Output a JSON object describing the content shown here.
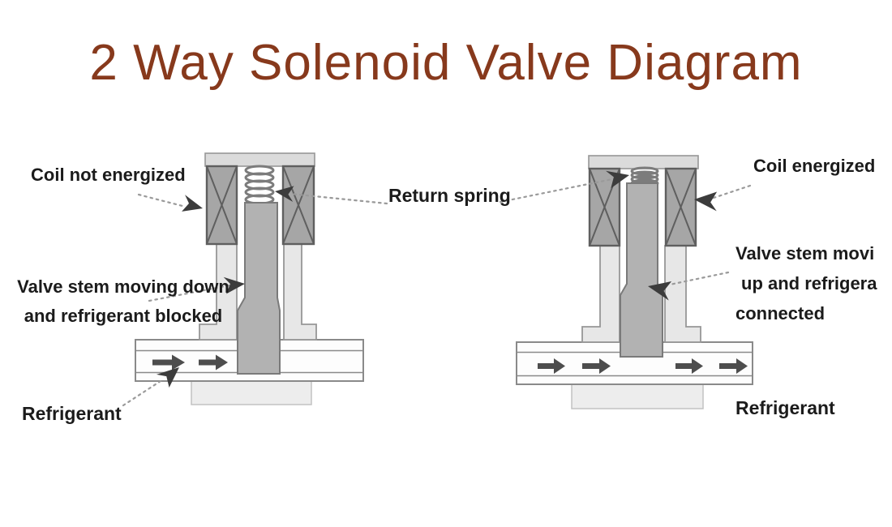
{
  "title": "2 Way Solenoid Valve Diagram",
  "colors": {
    "background": "#ffffff",
    "title_color": "#87391c",
    "label_color": "#1b1b1b",
    "cap_fill": "#dbdbdb",
    "coil_fill": "#a6a6a6",
    "coil_stroke": "#5f5f5f",
    "body_fill": "#e7e7e7",
    "body_stroke": "#979797",
    "block_fill": "#ededed",
    "block_stroke": "#c2c2c2",
    "pipe_fill": "#fdfdfd",
    "pipe_stroke": "#8a8a8a",
    "stem_fill": "#b2b2b2",
    "stem_stroke": "#7a7a7a",
    "spring_stroke": "#7c7c7c",
    "arrow_fill": "#4d4d4d",
    "leader_stroke": "#9a9a9a",
    "blob_fill": "#3c3c3c"
  },
  "left_valve": {
    "state": "de-energized",
    "coil_label": "Coil not energized",
    "stem_label_line1": "Valve stem moving down",
    "stem_label_line2": "and refrigerant blocked",
    "refrigerant_label": "Refrigerant",
    "flow_arrow_count": 2
  },
  "right_valve": {
    "state": "energized",
    "coil_label": "Coil energized",
    "stem_label_line1": "Valve stem movi",
    "stem_label_line2": "up and refrigera",
    "stem_label_line3": "connected",
    "refrigerant_label": "Refrigerant",
    "flow_arrow_count": 4
  },
  "shared": {
    "return_spring_label": "Return spring"
  }
}
